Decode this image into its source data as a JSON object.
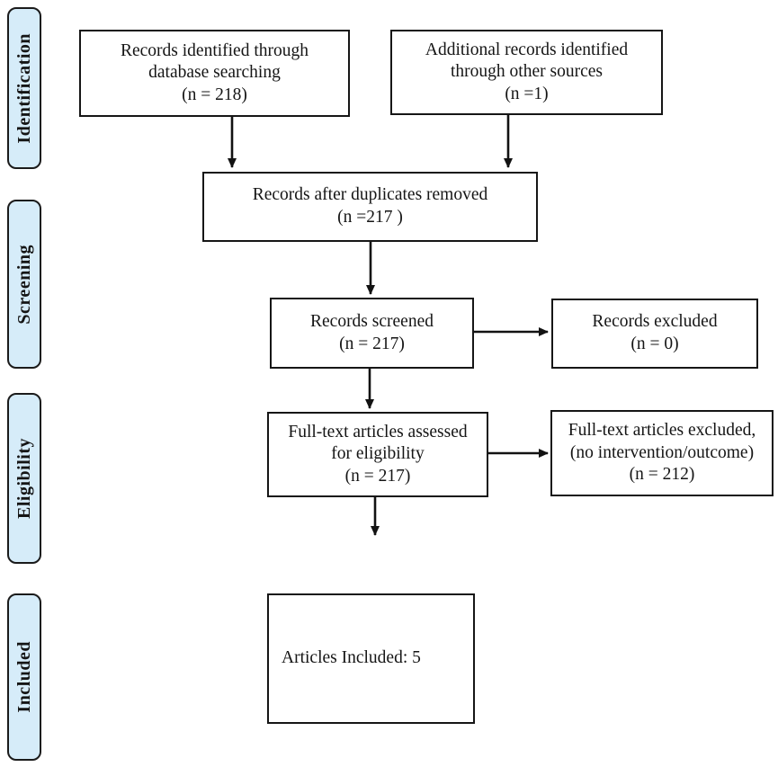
{
  "colors": {
    "background": "#ffffff",
    "stage_fill": "#d6ecf9",
    "stage_border": "#1b1b1b",
    "box_border": "#161616",
    "arrow": "#121212"
  },
  "stages": [
    {
      "id": "identification",
      "label": "Identification"
    },
    {
      "id": "screening",
      "label": "Screening"
    },
    {
      "id": "eligibility",
      "label": "Eligibility"
    },
    {
      "id": "included",
      "label": "Included"
    }
  ],
  "boxes": [
    {
      "id": "records-identified",
      "text": "Records identified through\ndatabase searching\n(n = 218)"
    },
    {
      "id": "additional-records",
      "text": "Additional records identified\nthrough other sources\n(n =1)"
    },
    {
      "id": "duplicates-removed",
      "text": "Records after duplicates removed\n(n =217 )"
    },
    {
      "id": "records-screened",
      "text": "Records screened\n(n = 217)"
    },
    {
      "id": "records-excluded",
      "text": "Records excluded\n(n = 0)"
    },
    {
      "id": "fulltext-assessed",
      "text": "Full-text articles assessed\nfor eligibility\n(n = 217)"
    },
    {
      "id": "fulltext-excluded",
      "text": "Full-text articles excluded,\n(no intervention/outcome)\n(n = 212)"
    },
    {
      "id": "articles-included",
      "text": "Articles Included: 5"
    }
  ]
}
